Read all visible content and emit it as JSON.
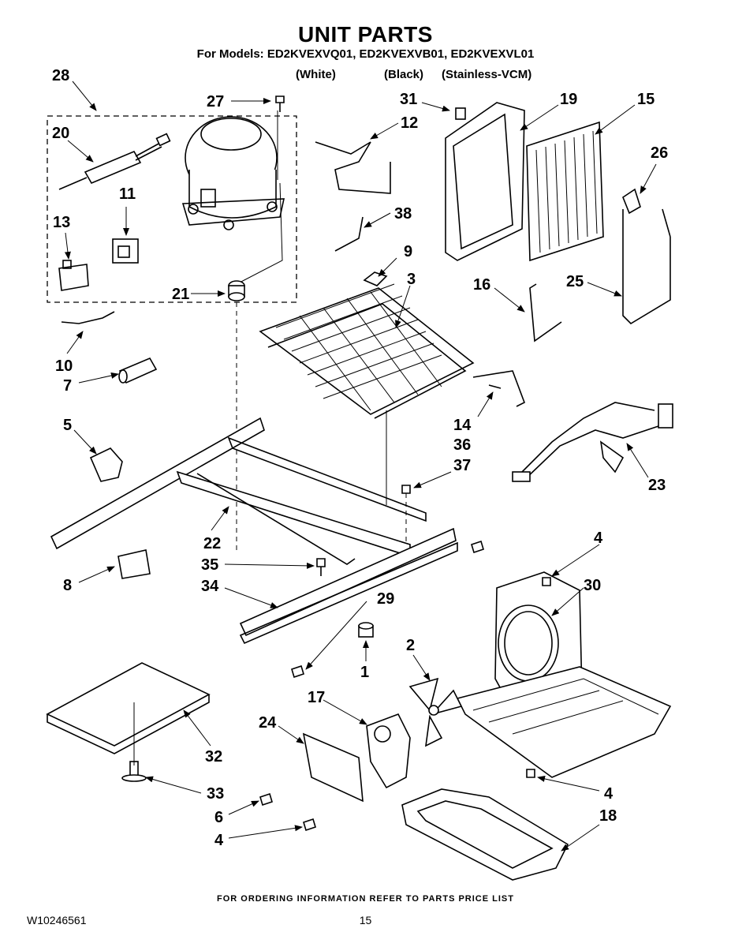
{
  "header": {
    "title": "UNIT PARTS",
    "models_line": "For Models: ED2KVEXVQ01, ED2KVEXVB01, ED2KVEXVL01",
    "variants": [
      "(White)",
      "(Black)",
      "(Stainless-VCM)"
    ]
  },
  "callouts": [
    "28",
    "27",
    "20",
    "11",
    "13",
    "21",
    "10",
    "7",
    "5",
    "22",
    "8",
    "35",
    "34",
    "12",
    "38",
    "9",
    "3",
    "31",
    "19",
    "15",
    "26",
    "16",
    "25",
    "14",
    "36",
    "23",
    "37",
    "29",
    "1",
    "4",
    "30",
    "2",
    "17",
    "24",
    "32",
    "33",
    "6",
    "4",
    "4",
    "18"
  ],
  "footer": {
    "ordering_note": "FOR ORDERING INFORMATION REFER TO PARTS PRICE LIST",
    "document_number": "W10246561",
    "page_number": "15"
  }
}
